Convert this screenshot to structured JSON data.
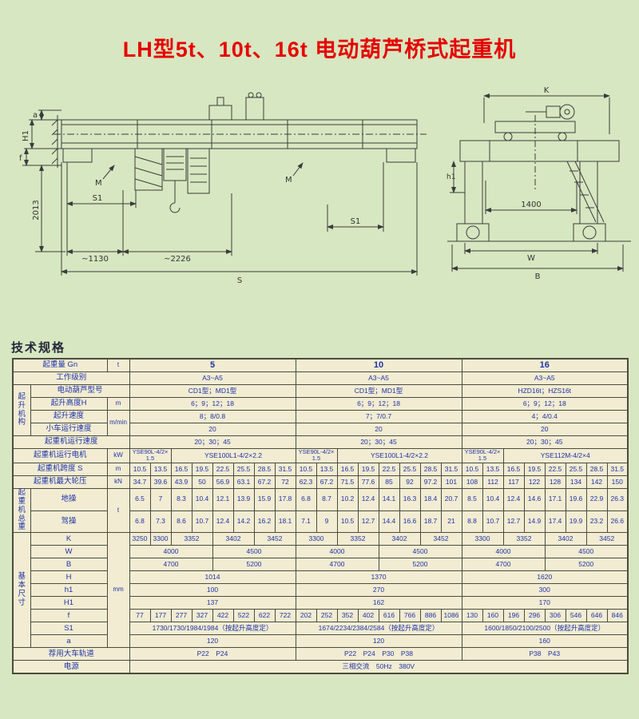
{
  "page": {
    "title": "LH型5t、10t、16t 电动葫芦桥式起重机",
    "section_title": "技术规格",
    "colors": {
      "title_red": "#e60000",
      "table_text_blue": "#1e33a8",
      "page_bg": "#d7e7c1",
      "table_bg": "#f2ecd2"
    }
  },
  "drawings": {
    "left": {
      "labels": [
        "a",
        "H1",
        "f",
        "2013",
        "S1",
        "S1",
        "~1130",
        "~2226",
        "S",
        "M",
        "M"
      ]
    },
    "right": {
      "labels": [
        "K",
        "h1",
        "1400",
        "W",
        "B"
      ]
    }
  },
  "table": {
    "rows": [
      [
        {
          "t": "起重量 Gn",
          "c": 2,
          "k": "lbl"
        },
        {
          "t": "t",
          "k": "unit"
        },
        {
          "t": "5",
          "c": 8,
          "k": "hd"
        },
        {
          "t": "10",
          "c": 8,
          "k": "hd"
        },
        {
          "t": "16",
          "c": 8,
          "k": "hd"
        }
      ],
      [
        {
          "t": "工作级别",
          "c": 3,
          "k": "lbl"
        },
        {
          "t": "A3~A5",
          "c": 8
        },
        {
          "t": "A3~A5",
          "c": 8
        },
        {
          "t": "A3~A5",
          "c": 8
        }
      ],
      [
        {
          "t": "起升机构",
          "r": 4,
          "k": "grp"
        },
        {
          "t": "电动葫芦型号",
          "c": 2,
          "k": "lbl2"
        },
        {
          "t": "CD1型；MD1型",
          "c": 8
        },
        {
          "t": "CD1型；MD1型",
          "c": 8
        },
        {
          "t": "HZD16t；HZS16t",
          "c": 8
        }
      ],
      [
        {
          "t": "起升高度H",
          "k": "lbl2"
        },
        {
          "t": "m",
          "k": "unit"
        },
        {
          "t": "6；9；12；18",
          "c": 8
        },
        {
          "t": "6；9；12；18",
          "c": 8
        },
        {
          "t": "6；9；12；18",
          "c": 8
        }
      ],
      [
        {
          "t": "起升速度",
          "k": "lbl2"
        },
        {
          "t": "m/min",
          "r": 2,
          "k": "unit"
        },
        {
          "t": "8；8/0.8",
          "c": 8
        },
        {
          "t": "7；7/0.7",
          "c": 8
        },
        {
          "t": "4；4/0.4",
          "c": 8
        }
      ],
      [
        {
          "t": "小车运行速度",
          "k": "lbl2"
        },
        {
          "t": "20",
          "c": 8
        },
        {
          "t": "20",
          "c": 8
        },
        {
          "t": "20",
          "c": 8
        }
      ],
      [
        {
          "t": "起重机运行速度",
          "c": 3,
          "k": "lbl"
        },
        {
          "t": "20；30；45",
          "c": 8
        },
        {
          "t": "20；30；45",
          "c": 8
        },
        {
          "t": "20；30；45",
          "c": 8
        }
      ],
      [
        {
          "t": "起重机运行电机",
          "c": 2,
          "k": "lbl"
        },
        {
          "t": "kW",
          "k": "unit"
        },
        {
          "t": "YSE90L-4/2×1.5",
          "c": 2,
          "k": "sm"
        },
        {
          "t": "YSE100L1-4/2×2.2",
          "c": 6
        },
        {
          "t": "YSE90L-4/2×1.5",
          "c": 2,
          "k": "sm"
        },
        {
          "t": "YSE100L1-4/2×2.2",
          "c": 6
        },
        {
          "t": "YSE90L-4/2×1.5",
          "c": 2,
          "k": "sm"
        },
        {
          "t": "YSE112M-4/2×4",
          "c": 6
        }
      ],
      [
        {
          "t": "起重机跨度 S",
          "c": 2,
          "k": "lbl"
        },
        {
          "t": "m",
          "k": "unit"
        },
        "10.5",
        "13.5",
        "16.5",
        "19.5",
        "22.5",
        "25.5",
        "28.5",
        "31.5",
        "10.5",
        "13.5",
        "16.5",
        "19.5",
        "22.5",
        "25.5",
        "28.5",
        "31.5",
        "10.5",
        "13.5",
        "16.5",
        "19.5",
        "22.5",
        "25.5",
        "28.5",
        "31.5"
      ],
      [
        {
          "t": "起重机最大轮压",
          "c": 2,
          "k": "lbl"
        },
        {
          "t": "kN",
          "k": "unit"
        },
        "34.7",
        "39.6",
        "43.9",
        "50",
        "56.9",
        "63.1",
        "67.2",
        "72",
        "62.3",
        "67.2",
        "71.5",
        "77.6",
        "85",
        "92",
        "97.2",
        "101",
        "108",
        "112",
        "117",
        "122",
        "128",
        "134",
        "142",
        "150"
      ],
      [
        {
          "t": "起重机总重",
          "r": 2,
          "k": "grp"
        },
        {
          "t": "地操",
          "k": "lbl2"
        },
        {
          "t": "t",
          "r": 2,
          "k": "unit"
        },
        "6.5",
        "7",
        "8.3",
        "10.4",
        "12.1",
        "13.9",
        "15.9",
        "17.8",
        "6.8",
        "8.7",
        "10.2",
        "12.4",
        "14.1",
        "16.3",
        "18.4",
        "20.7",
        "8.5",
        "10.4",
        "12.4",
        "14.6",
        "17.1",
        "19.6",
        "22.9",
        "26.3"
      ],
      [
        {
          "t": "驾操",
          "k": "lbl2"
        },
        "6.8",
        "7.3",
        "8.6",
        "10.7",
        "12.4",
        "14.2",
        "16.2",
        "18.1",
        "7.1",
        "9",
        "10.5",
        "12.7",
        "14.4",
        "16.6",
        "18.7",
        "21",
        "8.8",
        "10.7",
        "12.7",
        "14.9",
        "17.4",
        "19.9",
        "23.2",
        "26.6"
      ],
      [
        {
          "t": "基本尺寸",
          "r": 9,
          "k": "grp"
        },
        {
          "t": "K",
          "k": "lbl2"
        },
        {
          "t": "mm",
          "r": 9,
          "k": "unit"
        },
        {
          "t": "3250"
        },
        {
          "t": "3300"
        },
        {
          "t": "3352",
          "c": 2
        },
        {
          "t": "3402",
          "c": 2
        },
        {
          "t": "3452",
          "c": 2
        },
        {
          "t": "3300",
          "c": 2
        },
        {
          "t": "3352",
          "c": 2
        },
        {
          "t": "3402",
          "c": 2
        },
        {
          "t": "3452",
          "c": 2
        },
        {
          "t": "3300",
          "c": 2
        },
        {
          "t": "3352",
          "c": 2
        },
        {
          "t": "3402",
          "c": 2
        },
        {
          "t": "3452",
          "c": 2
        }
      ],
      [
        {
          "t": "W",
          "k": "lbl2"
        },
        {
          "t": "4000",
          "c": 4
        },
        {
          "t": "4500",
          "c": 4
        },
        {
          "t": "4000",
          "c": 4
        },
        {
          "t": "4500",
          "c": 4
        },
        {
          "t": "4000",
          "c": 4
        },
        {
          "t": "4500",
          "c": 4
        }
      ],
      [
        {
          "t": "B",
          "k": "lbl2"
        },
        {
          "t": "4700",
          "c": 4
        },
        {
          "t": "5200",
          "c": 4
        },
        {
          "t": "4700",
          "c": 4
        },
        {
          "t": "5200",
          "c": 4
        },
        {
          "t": "4700",
          "c": 4
        },
        {
          "t": "5200",
          "c": 4
        }
      ],
      [
        {
          "t": "H",
          "k": "lbl2"
        },
        {
          "t": "1014",
          "c": 8
        },
        {
          "t": "1370",
          "c": 8
        },
        {
          "t": "1620",
          "c": 8
        }
      ],
      [
        {
          "t": "h1",
          "k": "lbl2"
        },
        {
          "t": "100",
          "c": 8
        },
        {
          "t": "270",
          "c": 8
        },
        {
          "t": "300",
          "c": 8
        }
      ],
      [
        {
          "t": "H1",
          "k": "lbl2"
        },
        {
          "t": "137",
          "c": 8
        },
        {
          "t": "162",
          "c": 8
        },
        {
          "t": "170",
          "c": 8
        }
      ],
      [
        {
          "t": "f",
          "k": "lbl2"
        },
        "77",
        "177",
        "277",
        "327",
        "422",
        "522",
        "622",
        "722",
        "202",
        "252",
        "352",
        "402",
        "616",
        "766",
        "886",
        "1086",
        "130",
        "160",
        "196",
        "296",
        "306",
        "546",
        "646",
        "846"
      ],
      [
        {
          "t": "S1",
          "k": "lbl2"
        },
        {
          "t": "1730/1730/1984/1984（按起升高度定）",
          "c": 8
        },
        {
          "t": "1674/2234/2384/2584（按起升高度定）",
          "c": 8
        },
        {
          "t": "1600/1850/2100/2500（按起升高度定）",
          "c": 8
        }
      ],
      [
        {
          "t": "a",
          "k": "lbl2"
        },
        {
          "t": "120",
          "c": 8
        },
        {
          "t": "120",
          "c": 8
        },
        {
          "t": "160",
          "c": 8
        }
      ],
      [
        {
          "t": "荐用大车轨道",
          "c": 3,
          "k": "lbl"
        },
        {
          "t": "P22　P24",
          "c": 8
        },
        {
          "t": "P22　P24　P30　P38",
          "c": 8
        },
        {
          "t": "P38　P43",
          "c": 8
        }
      ],
      [
        {
          "t": "电源",
          "c": 3,
          "k": "lbl"
        },
        {
          "t": "三相交流　50Hz　380V",
          "c": 24
        }
      ]
    ]
  }
}
